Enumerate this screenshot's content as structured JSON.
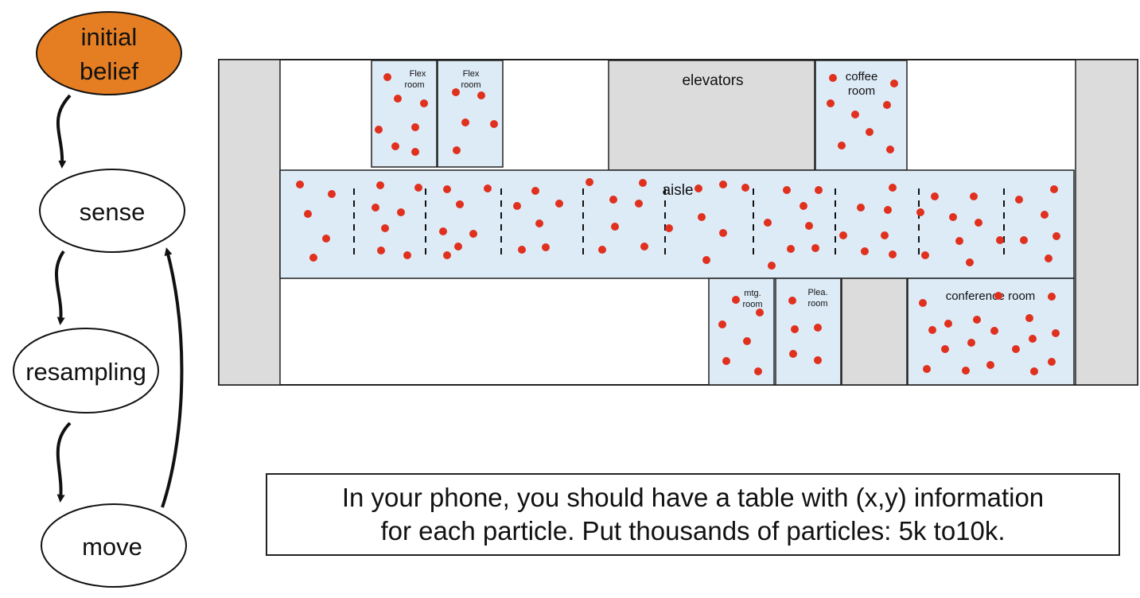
{
  "flow": {
    "nodes": [
      {
        "id": "initial",
        "line1": "initial",
        "line2": "belief",
        "fill": "#E57E22"
      },
      {
        "id": "sense",
        "label": "sense",
        "fill": "#ffffff"
      },
      {
        "id": "resampling",
        "label": "resampling",
        "fill": "#ffffff"
      },
      {
        "id": "move",
        "label": "move",
        "fill": "#ffffff"
      }
    ]
  },
  "floor": {
    "rooms": {
      "flex1": {
        "line1": "Flex",
        "line2": "room"
      },
      "flex2": {
        "line1": "Flex",
        "line2": "room"
      },
      "elevators": "elevators",
      "coffee": {
        "line1": "coffee",
        "line2": "room"
      },
      "aisle": "aisle",
      "mtg": {
        "line1": "mtg.",
        "line2": "room"
      },
      "plea": {
        "line1": "Plea.",
        "line2": "room"
      },
      "conference": "conference room"
    },
    "colors": {
      "room_fill": "#DDEBF7",
      "wall_fill": "#DCDCDC",
      "particle": "#E0301E",
      "outline": "#222222"
    }
  },
  "caption": {
    "line1": "In your phone, you should have a table with (x,y) information",
    "line2": "for each particle. Put thousands of particles: 5k to10k."
  }
}
